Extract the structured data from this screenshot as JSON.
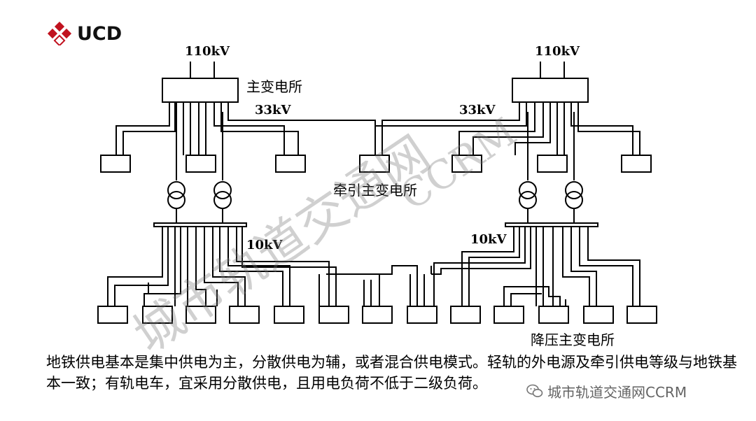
{
  "logo": {
    "text": "UCD"
  },
  "diagram": {
    "left_station": {
      "voltage_in": "110kV",
      "label": "主变电所",
      "bus_voltage": "33kV",
      "distribution_voltage": "10kV"
    },
    "right_station": {
      "voltage_in": "110kV",
      "bus_voltage": "33kV",
      "distribution_voltage": "10kV"
    },
    "traction_label": "牵引主变电所",
    "step_down_label": "降压主变电所"
  },
  "caption": {
    "text": "地铁供电基本是集中供电为主，分散供电为辅，或者混合供电模式。轻轨的外电源及牵引供电等级与地铁基本一致；有轨电车，宜采用分散供电，且用电负荷不低于二级负荷。"
  },
  "watermarks": {
    "main": "城市轨道交通网",
    "secondary": "CCRM"
  },
  "badge": {
    "text": "城市轨道交通网CCRM",
    "icon": "wechat-icon"
  }
}
